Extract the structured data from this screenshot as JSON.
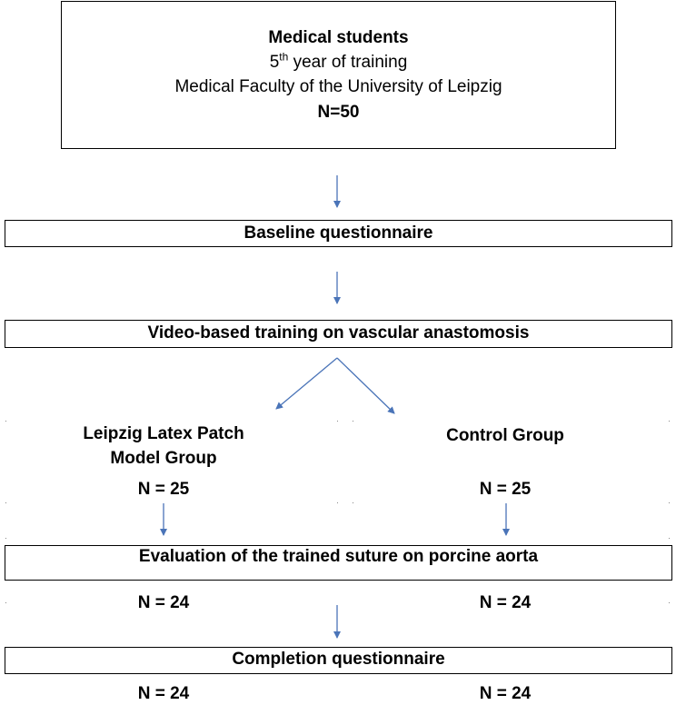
{
  "top_box": {
    "title": "Medical students",
    "year_prefix": "5",
    "year_sup": "th",
    "year_suffix": " year of training",
    "faculty": "Medical Faculty of the University of Leipzig",
    "n": "N=50"
  },
  "baseline": "Baseline questionnaire",
  "training": "Video-based training on vascular anastomosis",
  "group_left": {
    "line1": "Leipzig Latex Patch",
    "line2": "Model Group",
    "n": "N = 25"
  },
  "group_right": {
    "line1": "Control Group",
    "n": "N = 25"
  },
  "evaluation": "Evaluation of the trained suture on porcine aorta",
  "eval_n_left": "N = 24",
  "eval_n_right": "N = 24",
  "completion": "Completion questionnaire",
  "completion_n_left": "N = 24",
  "completion_n_right": "N = 24",
  "colors": {
    "arrow": "#4a74b8",
    "border": "#000000"
  }
}
